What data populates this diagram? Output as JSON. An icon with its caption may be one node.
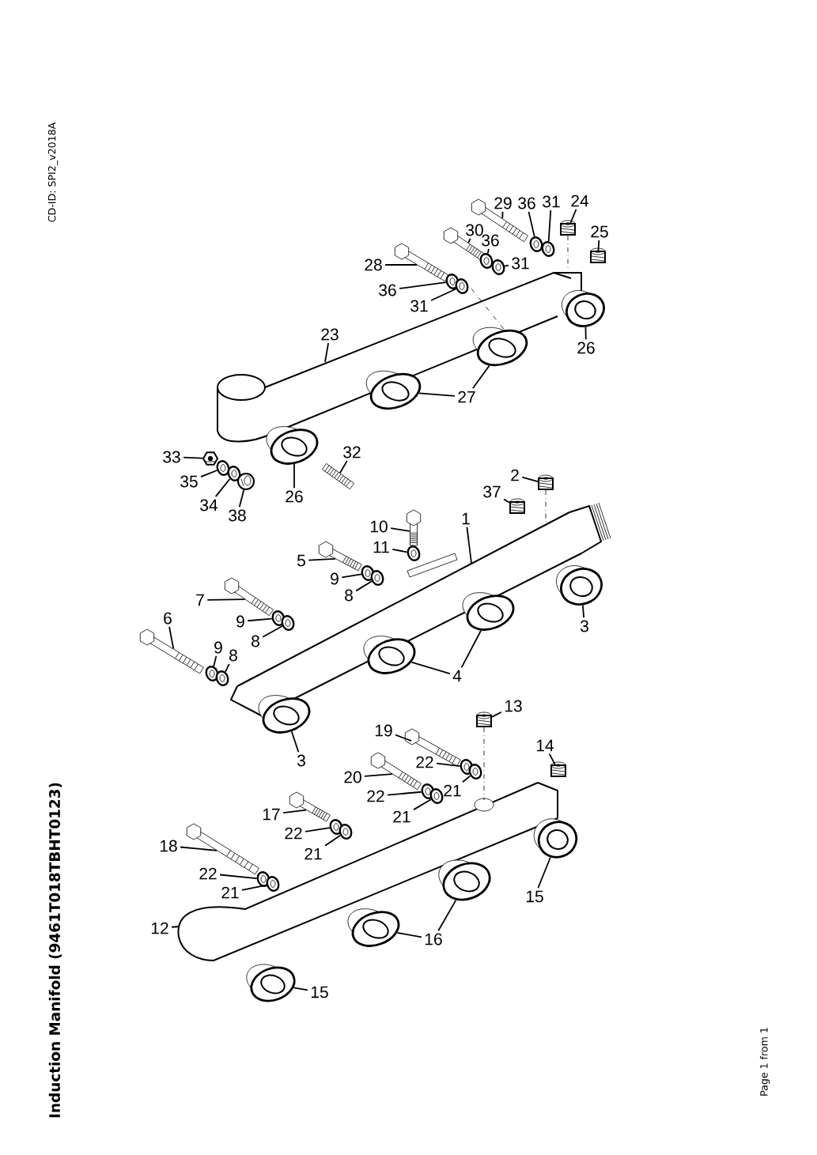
{
  "diagram": {
    "title": "Induction Manifold (9461T018TBHT0123)",
    "nodes": [
      {
        "text": [
          "29"
        ]
      },
      {
        "text": [
          "36"
        ]
      },
      {
        "text": [
          "31"
        ]
      },
      {
        "text": [
          "24"
        ]
      },
      {
        "text": [
          "30"
        ]
      },
      {
        "text": [
          "25"
        ]
      },
      {
        "text": [
          "36"
        ]
      },
      {
        "text": [
          "31"
        ]
      },
      {
        "text": [
          "28"
        ]
      },
      {
        "text": [
          "36"
        ]
      },
      {
        "text": [
          "31"
        ]
      },
      {
        "text": [
          "23"
        ]
      },
      {
        "text": [
          "26"
        ]
      },
      {
        "text": [
          "27"
        ]
      },
      {
        "text": [
          "33"
        ]
      },
      {
        "text": [
          "32"
        ]
      },
      {
        "text": [
          "35"
        ]
      },
      {
        "text": [
          "2"
        ]
      },
      {
        "text": [
          "26"
        ]
      },
      {
        "text": [
          "34"
        ]
      },
      {
        "text": [
          "37"
        ]
      },
      {
        "text": [
          "38"
        ]
      },
      {
        "text": [
          "1"
        ]
      },
      {
        "text": [
          "10"
        ]
      },
      {
        "text": [
          "11"
        ]
      },
      {
        "text": [
          "5"
        ]
      },
      {
        "text": [
          "9"
        ]
      },
      {
        "text": [
          "8"
        ]
      },
      {
        "text": [
          "7"
        ]
      },
      {
        "text": [
          "6"
        ]
      },
      {
        "text": [
          "9"
        ]
      },
      {
        "text": [
          "3"
        ]
      },
      {
        "text": [
          "8"
        ]
      },
      {
        "text": [
          "9"
        ]
      },
      {
        "text": [
          "8"
        ]
      },
      {
        "text": [
          "4"
        ]
      },
      {
        "text": [
          "13"
        ]
      },
      {
        "text": [
          "3"
        ]
      },
      {
        "text": [
          "19"
        ]
      },
      {
        "text": [
          "14"
        ]
      },
      {
        "text": [
          "22"
        ]
      },
      {
        "text": [
          "20"
        ]
      },
      {
        "text": [
          "21"
        ]
      },
      {
        "text": [
          "22"
        ]
      },
      {
        "text": [
          "21"
        ]
      },
      {
        "text": [
          "17"
        ]
      },
      {
        "text": [
          "22"
        ]
      },
      {
        "text": [
          "18"
        ]
      },
      {
        "text": [
          "21"
        ]
      },
      {
        "text": [
          "22"
        ]
      },
      {
        "text": [
          "21"
        ]
      },
      {
        "text": [
          "15"
        ]
      },
      {
        "text": [
          "12"
        ]
      },
      {
        "text": [
          "16"
        ]
      },
      {
        "text": [
          "15"
        ]
      },
      {
        "text": [],
        "shape": "picture"
      },
      {
        "text": [],
        "shape": "picture"
      },
      {
        "text": [],
        "shape": "picture"
      },
      {
        "text": [],
        "shape": "picture"
      },
      {
        "text": [],
        "shape": "picture"
      },
      {
        "text": [],
        "shape": "picture"
      },
      {
        "text": [],
        "shape": "picture"
      },
      {
        "text": [],
        "shape": "picture"
      },
      {
        "text": [],
        "shape": "picture"
      },
      {
        "text": [],
        "shape": "picture"
      },
      {
        "text": [],
        "shape": "picture"
      },
      {
        "text": [],
        "shape": "picture"
      },
      {
        "text": [],
        "shape": "picture"
      },
      {
        "text": [],
        "shape": "picture"
      },
      {
        "text": [],
        "shape": "picture"
      },
      {
        "text": [],
        "shape": "picture"
      },
      {
        "text": [],
        "shape": "picture"
      },
      {
        "text": [],
        "shape": "picture"
      },
      {
        "text": [],
        "shape": "picture"
      },
      {
        "text": [],
        "shape": "picture"
      },
      {
        "text": [],
        "shape": "picture"
      },
      {
        "text": [],
        "shape": "picture"
      },
      {
        "text": [],
        "shape": "picture"
      },
      {
        "text": [],
        "shape": "picture"
      },
      {
        "text": [],
        "shape": "picture"
      },
      {
        "text": [],
        "shape": "picture"
      },
      {
        "text": [],
        "shape": "picture"
      },
      {
        "text": [],
        "shape": "picture"
      },
      {
        "text": [],
        "shape": "picture"
      },
      {
        "text": [],
        "shape": "picture"
      },
      {
        "text": [],
        "shape": "picture"
      },
      {
        "text": [],
        "shape": "picture"
      },
      {
        "text": [],
        "shape": "picture"
      },
      {
        "text": [],
        "shape": "picture"
      },
      {
        "text": [],
        "shape": "picture"
      },
      {
        "text": [],
        "shape": "picture"
      },
      {
        "text": [],
        "shape": "picture"
      },
      {
        "text": [],
        "shape": "picture"
      },
      {
        "text": [],
        "shape": "picture"
      },
      {
        "text": [],
        "shape": "picture"
      },
      {
        "text": [],
        "shape": "picture"
      },
      {
        "text": [],
        "shape": "picture"
      },
      {
        "text": [],
        "shape": "picture"
      },
      {
        "text": [],
        "shape": "picture"
      },
      {
        "text": [],
        "shape": "picture"
      },
      {
        "text": [],
        "shape": "picture"
      },
      {
        "text": [],
        "shape": "picture"
      },
      {
        "text": [],
        "shape": "picture"
      },
      {
        "text": [],
        "shape": "picture"
      },
      {
        "text": [],
        "shape": "picture"
      },
      {
        "text": [],
        "shape": "picture"
      },
      {
        "text": [],
        "shape": "picture"
      },
      {
        "text": [],
        "shape": "picture"
      },
      {
        "text": [],
        "shape": "picture"
      },
      {
        "text": [],
        "shape": "picture"
      }
    ],
    "edges": [
      {
        "from": 0,
        "to": 55,
        "arrow": "none"
      },
      {
        "from": 1,
        "to": 56,
        "arrow": "none"
      },
      {
        "from": 2,
        "to": 57,
        "arrow": "none"
      },
      {
        "from": 3,
        "to": 58,
        "arrow": "none"
      },
      {
        "from": 4,
        "to": 59,
        "arrow": "none"
      },
      {
        "from": 5,
        "to": 60,
        "arrow": "none"
      },
      {
        "from": 6,
        "to": 61,
        "arrow": "none"
      },
      {
        "from": 7,
        "to": 62,
        "arrow": "none"
      },
      {
        "from": 8,
        "to": 63,
        "arrow": "none"
      },
      {
        "from": 9,
        "to": 64,
        "arrow": "none"
      },
      {
        "from": 10,
        "to": 65,
        "arrow": "none"
      },
      {
        "from": 11,
        "to": null,
        "arrow": "none"
      },
      {
        "from": 12,
        "to": 66,
        "arrow": "none"
      },
      {
        "from": 13,
        "to": 67,
        "arrow": "none"
      },
      {
        "from": 13,
        "to": 68,
        "arrow": "none"
      },
      {
        "from": 14,
        "to": 69,
        "arrow": "none"
      },
      {
        "from": 15,
        "to": 70,
        "arrow": "none"
      },
      {
        "from": 16,
        "to": 71,
        "arrow": "none"
      },
      {
        "from": 17,
        "to": 72,
        "arrow": "none"
      },
      {
        "from": 18,
        "to": 73,
        "arrow": "none"
      },
      {
        "from": 19,
        "to": 74,
        "arrow": "none"
      },
      {
        "from": 20,
        "to": 75,
        "arrow": "none"
      },
      {
        "from": 21,
        "to": 76,
        "arrow": "none"
      },
      {
        "from": 22,
        "to": null,
        "arrow": "none"
      },
      {
        "from": 23,
        "to": 77,
        "arrow": "none"
      },
      {
        "from": 24,
        "to": 78,
        "arrow": "none"
      },
      {
        "from": 25,
        "to": 79,
        "arrow": "none"
      },
      {
        "from": 26,
        "to": 80,
        "arrow": "none"
      },
      {
        "from": 27,
        "to": 81,
        "arrow": "none"
      },
      {
        "from": 28,
        "to": 82,
        "arrow": "none"
      },
      {
        "from": 29,
        "to": 83,
        "arrow": "none"
      },
      {
        "from": 30,
        "to": 84,
        "arrow": "none"
      },
      {
        "from": 31,
        "to": 85,
        "arrow": "none"
      },
      {
        "from": 32,
        "to": 86,
        "arrow": "none"
      },
      {
        "from": 33,
        "to": 87,
        "arrow": "none"
      },
      {
        "from": 34,
        "to": 88,
        "arrow": "none"
      },
      {
        "from": 35,
        "to": 89,
        "arrow": "none"
      },
      {
        "from": 35,
        "to": 90,
        "arrow": "none"
      },
      {
        "from": 36,
        "to": 91,
        "arrow": "none"
      },
      {
        "from": 37,
        "to": 92,
        "arrow": "none"
      },
      {
        "from": 38,
        "to": 93,
        "arrow": "none"
      },
      {
        "from": 39,
        "to": 94,
        "arrow": "none"
      },
      {
        "from": 40,
        "to": 95,
        "arrow": "none"
      },
      {
        "from": 41,
        "to": 96,
        "arrow": "none"
      },
      {
        "from": 42,
        "to": 97,
        "arrow": "none"
      },
      {
        "from": 43,
        "to": 98,
        "arrow": "none"
      },
      {
        "from": 44,
        "to": 99,
        "arrow": "none"
      },
      {
        "from": 45,
        "to": 100,
        "arrow": "none"
      },
      {
        "from": 46,
        "to": 101,
        "arrow": "none"
      },
      {
        "from": 47,
        "to": 102,
        "arrow": "none"
      },
      {
        "from": 48,
        "to": 103,
        "arrow": "none"
      },
      {
        "from": 49,
        "to": 104,
        "arrow": "none"
      },
      {
        "from": 50,
        "to": 105,
        "arrow": "none"
      },
      {
        "from": 51,
        "to": 106,
        "arrow": "none"
      },
      {
        "from": 52,
        "to": null,
        "arrow": "none"
      },
      {
        "from": 53,
        "to": 107,
        "arrow": "none"
      },
      {
        "from": 53,
        "to": 108,
        "arrow": "none"
      },
      {
        "from": 54,
        "to": 109,
        "arrow": "none"
      }
    ],
    "labels": [
      "CD-ID: SPI2_v2018A",
      "Page 1 from 1"
    ]
  }
}
